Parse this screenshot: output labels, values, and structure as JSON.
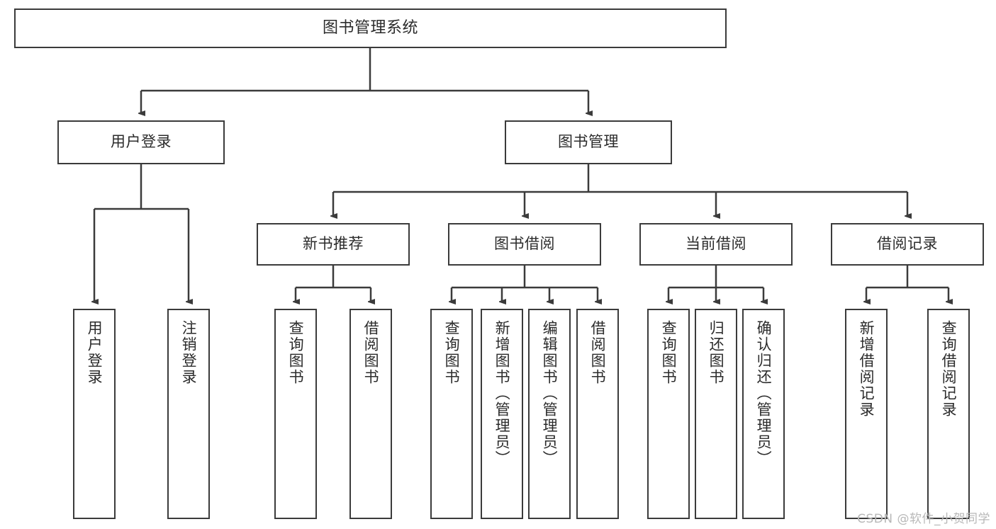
{
  "diagram": {
    "type": "tree",
    "title": "图书管理系统",
    "orientation": "top-down",
    "line_color": "#3b3b3b",
    "box_fill": "#ffffff",
    "text_color": "#2b2b2b",
    "root": {
      "label": "图书管理系统"
    },
    "level2": [
      {
        "label": "用户登录"
      },
      {
        "label": "图书管理"
      }
    ],
    "level3": [
      {
        "label": "新书推荐"
      },
      {
        "label": "图书借阅"
      },
      {
        "label": "当前借阅"
      },
      {
        "label": "借阅记录"
      }
    ],
    "leaves": {
      "user_login": [
        {
          "label": "用户登录"
        },
        {
          "label": "注销登录"
        }
      ],
      "new_book": [
        {
          "label": "查询图书"
        },
        {
          "label": "借阅图书"
        }
      ],
      "book_borrow": [
        {
          "label": "查询图书"
        },
        {
          "label": "新增图书（管理员）"
        },
        {
          "label": "编辑图书（管理员）"
        },
        {
          "label": "借阅图书"
        }
      ],
      "current_borrow": [
        {
          "label": "查询图书"
        },
        {
          "label": "归还图书"
        },
        {
          "label": "确认归还（管理员）"
        }
      ],
      "borrow_record": [
        {
          "label": "新增借阅记录"
        },
        {
          "label": "查询借阅记录"
        }
      ]
    }
  },
  "watermark": {
    "text": "CSDN @软件_小贺同学"
  }
}
